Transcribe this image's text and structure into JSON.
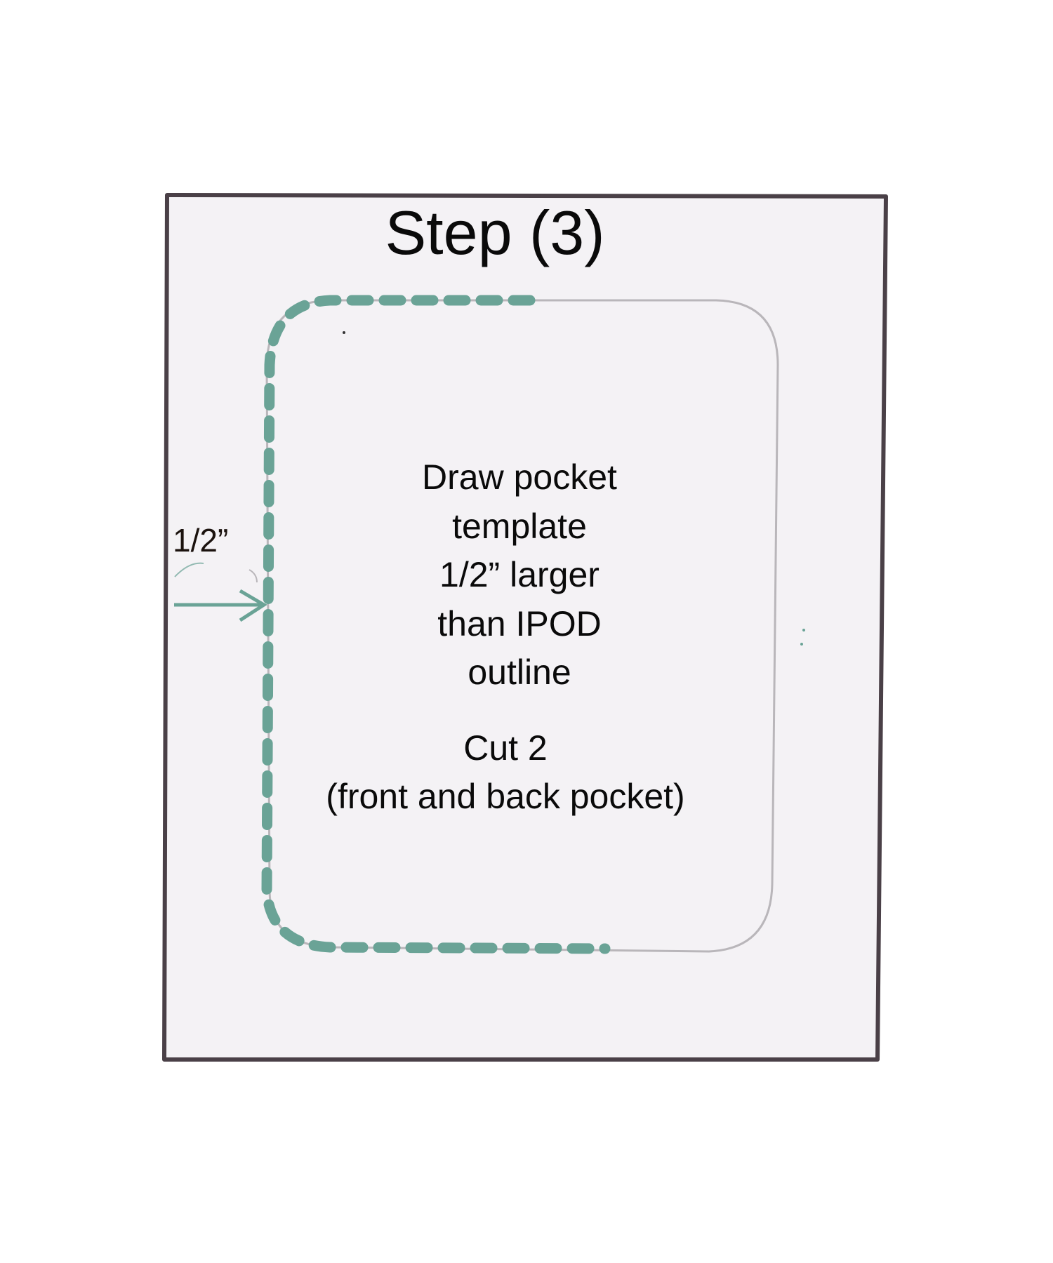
{
  "diagram": {
    "title": "Step (3)",
    "instructions": {
      "lines": [
        "Draw pocket",
        "template",
        "1/2” larger",
        "than IPOD",
        "outline"
      ]
    },
    "cut_note": {
      "lines": [
        "Cut 2",
        "(front and back pocket)"
      ]
    },
    "measurement_label": "1/2”",
    "colors": {
      "frame": "#4a4047",
      "paper": "#f4f2f5",
      "pencil_outline": "#b9b6ba",
      "dashed_template": "#6aa396",
      "arrow": "#6aa396",
      "text": "#0a0a0a"
    },
    "elements": {
      "frame": "rectangular page border",
      "ipod_outline": "rounded-rectangle pencil outline",
      "pocket_template": "dashed teal seam line along left, top and bottom",
      "arrow": "arrow pointing right to dashed line indicating 1/2 inch offset"
    }
  }
}
